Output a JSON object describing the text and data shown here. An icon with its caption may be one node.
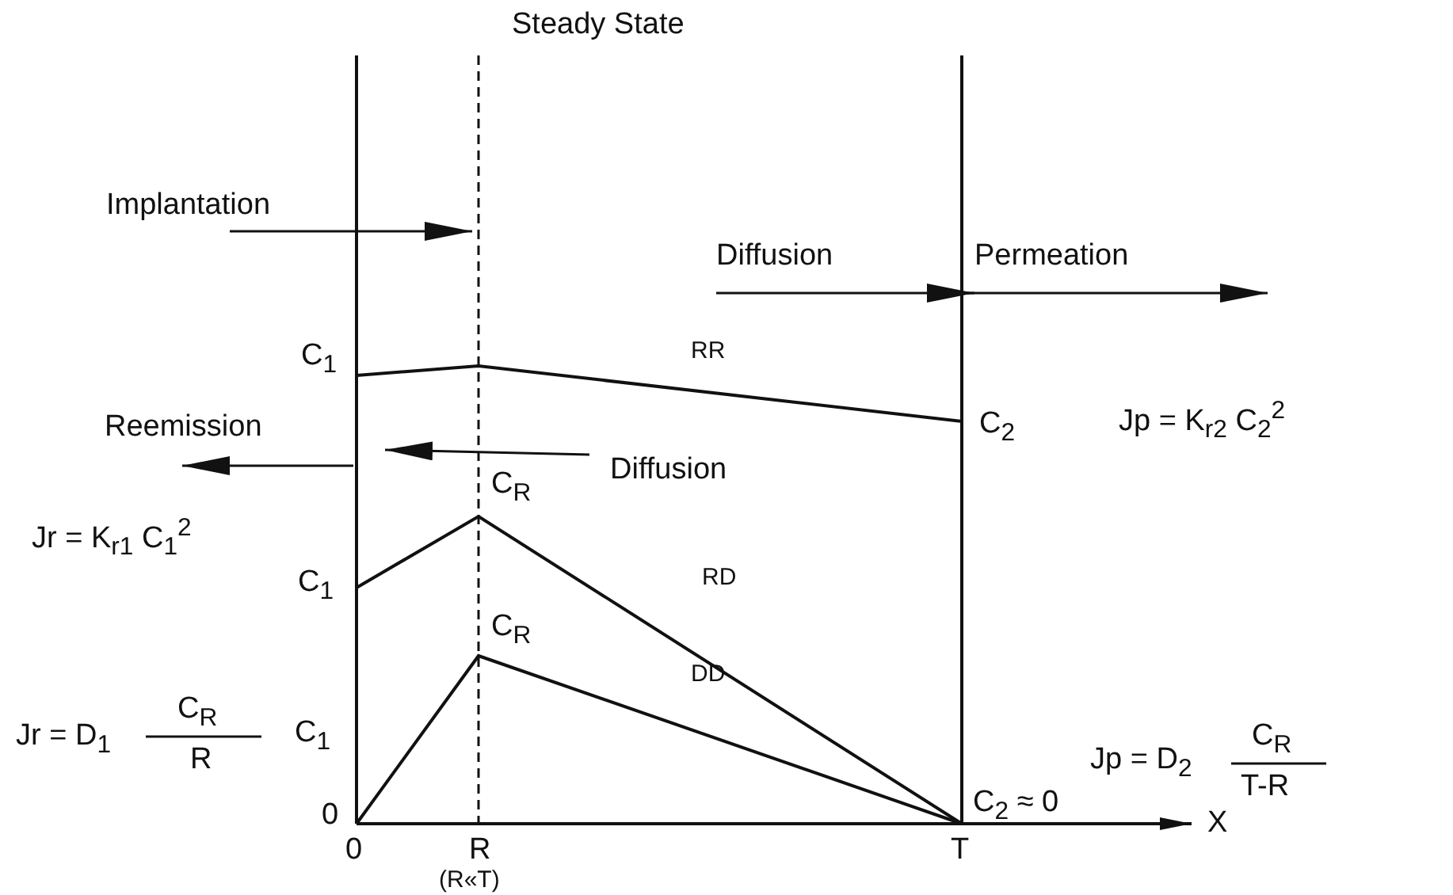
{
  "diagram": {
    "title": "Steady State",
    "labels": [
      "Implantation",
      "Diffusion",
      "Permeation",
      "C$_{1}$",
      "RR",
      "C$_{2}$",
      "Jp = K$_{r2}$ C$_{2}$$^{2}$",
      "Reemission",
      "Diffusion",
      "Jr = K$_{r1}$ C$_{1}$$^{2}$",
      "C$_{R}$",
      "C$_{1}$",
      "RD",
      "C$_{R}$",
      "DD",
      "Jr = D$_{1}$",
      "C$_{R}$",
      "R",
      "C$_{1}$",
      "Jp = D$_{2}$",
      "C$_{R}$",
      "T-R",
      "0",
      "C$_{2}$ ≈ 0",
      "X",
      "0",
      "R",
      "T",
      "(R«T)"
    ]
  }
}
